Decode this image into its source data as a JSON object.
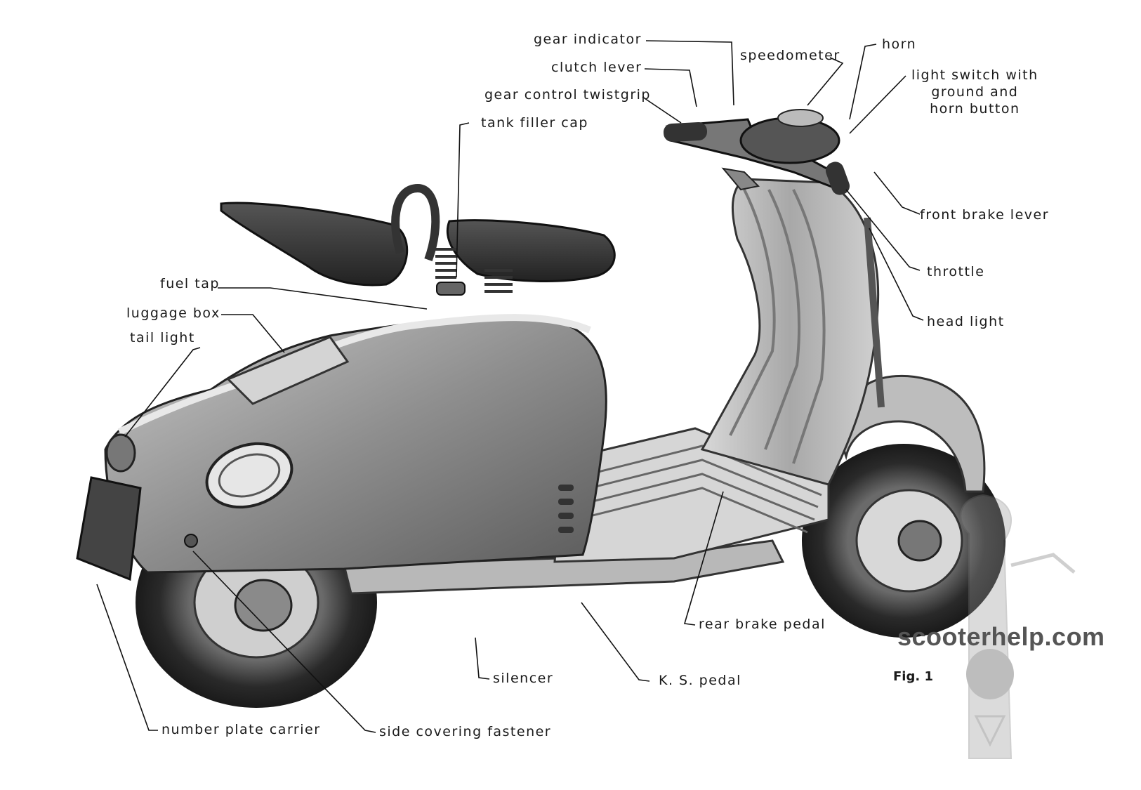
{
  "labels": {
    "gear_indicator": "gear indicator",
    "clutch_lever": "clutch lever",
    "gear_control_twistgrip": "gear control twistgrip",
    "tank_filler_cap": "tank filler cap",
    "speedometer": "speedometer",
    "horn": "horn",
    "light_switch": "light switch with\nground and\nhorn button",
    "front_brake_lever": "front brake lever",
    "throttle": "throttle",
    "head_light": "head light",
    "fuel_tap": "fuel tap",
    "luggage_box": "luggage box",
    "tail_light": "tail light",
    "rear_brake_pedal": "rear brake pedal",
    "silencer": "silencer",
    "ks_pedal": "K. S. pedal",
    "number_plate_carrier": "number plate carrier",
    "side_covering_fastener": "side covering fastener"
  },
  "figure_label": "Fig. 1",
  "watermark": "scooterhelp.com"
}
